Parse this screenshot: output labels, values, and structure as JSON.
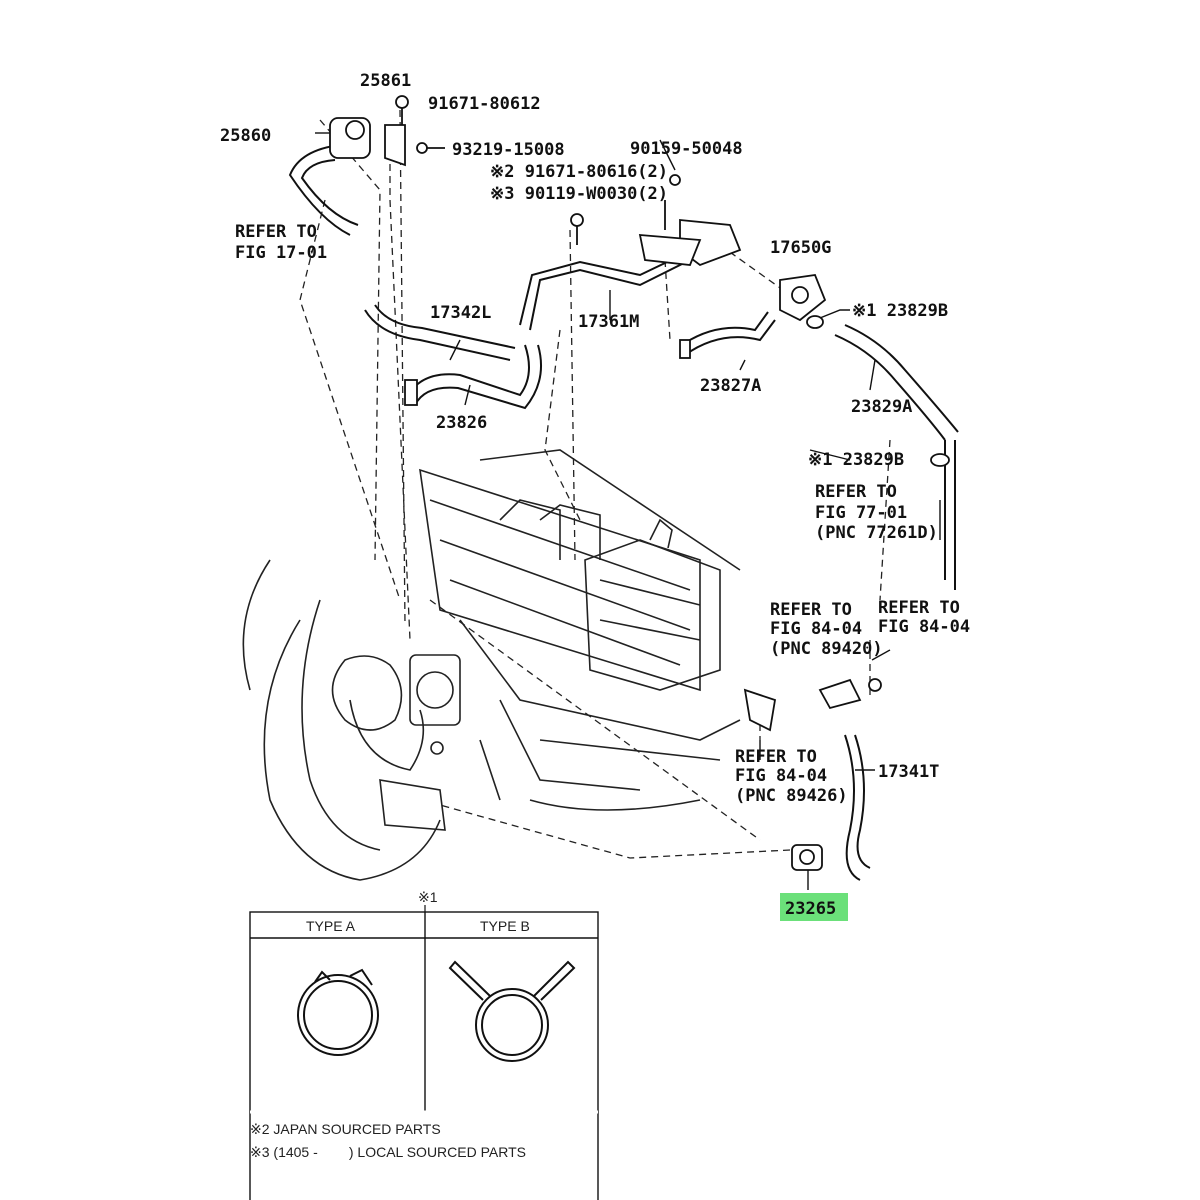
{
  "labels": {
    "p25861": "25861",
    "p25860": "25860",
    "p91671_80612": "91671-80612",
    "p93219_15008": "93219-15008",
    "p90159_50048": "90159-50048",
    "p91671_80616": "※2 91671-80616(2)",
    "p90119_W0030": "※3 90119-W0030(2)",
    "refer_17_01_a": "REFER TO",
    "refer_17_01_b": "FIG 17-01",
    "p17650G": "17650G",
    "p23829B_top": "※1 23829B",
    "p17342L": "17342L",
    "p17361M": "17361M",
    "p23827A": "23827A",
    "p23829A": "23829A",
    "p23826": "23826",
    "p23829B_mid": "※1 23829B",
    "refer_77_01_a": "REFER TO",
    "refer_77_01_b": "FIG 77-01",
    "refer_77_01_c": "(PNC 77261D)",
    "refer_84_04_1a": "REFER TO",
    "refer_84_04_1b": "FIG 84-04",
    "refer_84_04_1c": "(PNC 89420)",
    "refer_84_04_2a": "REFER TO",
    "refer_84_04_2b": "FIG 84-04",
    "refer_84_04_3a": "REFER TO",
    "refer_84_04_3b": "FIG 84-04",
    "refer_84_04_3c": "(PNC 89426)",
    "p17341T": "17341T",
    "p23265": "23265"
  },
  "inset": {
    "marker": "※1",
    "type_a": "TYPE A",
    "type_b": "TYPE B"
  },
  "footnotes": {
    "note2": "※2 JAPAN SOURCED PARTS",
    "note3": "※3 (1405 -        ) LOCAL SOURCED PARTS"
  },
  "colors": {
    "highlight": "#6be07a",
    "ink": "#111111"
  }
}
